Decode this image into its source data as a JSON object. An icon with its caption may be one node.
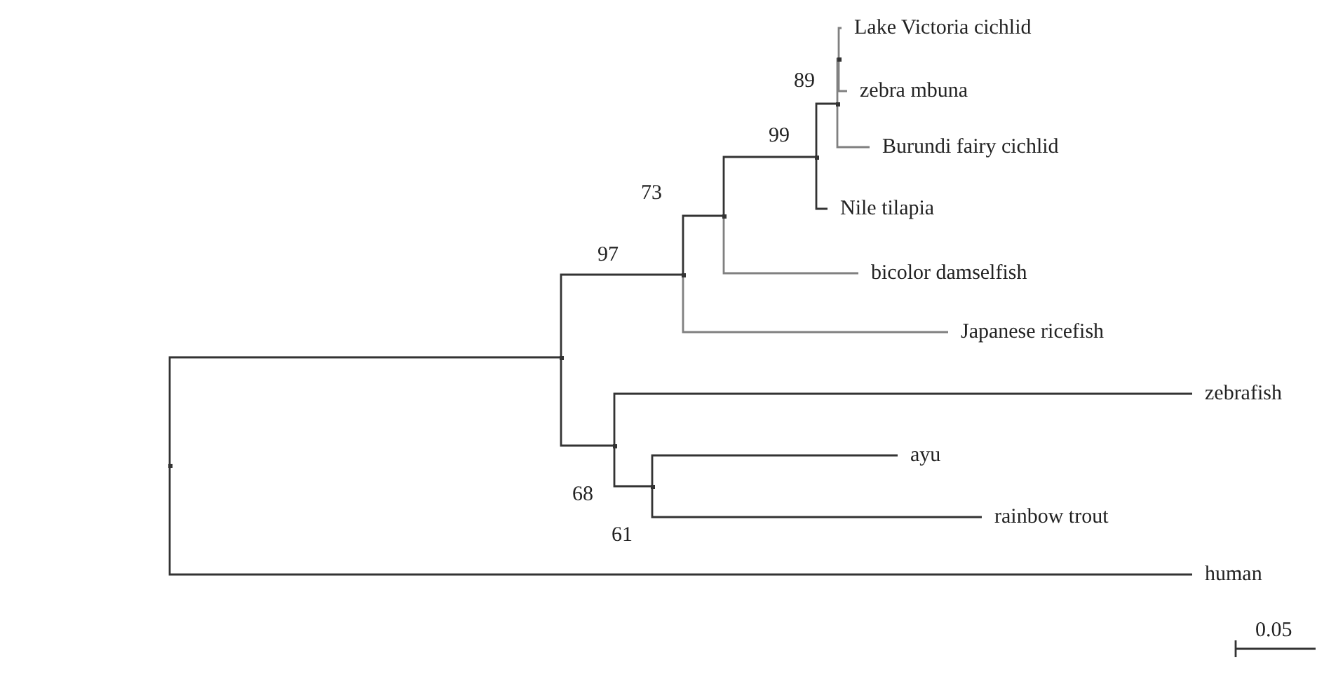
{
  "diagram": {
    "nodes": [
      {
        "text": [
          "Lake Victoria cichlid"
        ]
      },
      {
        "text": [],
        "shape": "point"
      },
      {
        "text": [
          "zebra mbuna"
        ]
      },
      {
        "text": [],
        "shape": "point",
        "beside": [
          "89"
        ]
      },
      {
        "text": [
          "Burundi fairy cichlid"
        ]
      },
      {
        "text": [],
        "shape": "point",
        "beside": [
          "99"
        ]
      },
      {
        "text": [
          "Nile tilapia"
        ]
      },
      {
        "text": [],
        "shape": "point",
        "beside": [
          "73"
        ]
      },
      {
        "text": [
          "bicolor damselfish"
        ]
      },
      {
        "text": [],
        "shape": "point",
        "beside": [
          "97"
        ]
      },
      {
        "text": [
          "Japanese ricefish"
        ]
      },
      {
        "text": [],
        "shape": "point"
      },
      {
        "text": [],
        "shape": "point"
      },
      {
        "text": [
          "zebrafish"
        ]
      },
      {
        "text": [],
        "shape": "point",
        "beside": [
          "68"
        ]
      },
      {
        "text": [
          "ayu"
        ]
      },
      {
        "text": [],
        "shape": "point",
        "beside": [
          "61"
        ]
      },
      {
        "text": [
          "rainbow trout"
        ]
      },
      {
        "text": [
          "human"
        ]
      }
    ],
    "edges": [
      {
        "from": 12,
        "to": 11,
        "arrow": "none"
      },
      {
        "from": 12,
        "to": 18,
        "arrow": "none"
      },
      {
        "from": 11,
        "to": 9,
        "arrow": "none"
      },
      {
        "from": 11,
        "to": 14,
        "arrow": "none"
      },
      {
        "from": 9,
        "to": 7,
        "arrow": "none"
      },
      {
        "from": 9,
        "to": 10,
        "arrow": "none",
        "color": "#808080"
      },
      {
        "from": 7,
        "to": 5,
        "arrow": "none"
      },
      {
        "from": 7,
        "to": 8,
        "arrow": "none",
        "color": "#808080"
      },
      {
        "from": 5,
        "to": 3,
        "arrow": "none"
      },
      {
        "from": 5,
        "to": 6,
        "arrow": "none"
      },
      {
        "from": 3,
        "to": 1,
        "arrow": "none",
        "color": "#808080"
      },
      {
        "from": 3,
        "to": 4,
        "arrow": "none",
        "color": "#808080"
      },
      {
        "from": 1,
        "to": 0,
        "arrow": "none",
        "color": "#808080"
      },
      {
        "from": 1,
        "to": 2,
        "arrow": "none",
        "color": "#808080"
      },
      {
        "from": 14,
        "to": 13,
        "arrow": "none"
      },
      {
        "from": 14,
        "to": 16,
        "arrow": "none"
      },
      {
        "from": 16,
        "to": 15,
        "arrow": "none"
      },
      {
        "from": 16,
        "to": 17,
        "arrow": "none"
      }
    ],
    "labels": [
      "0.05"
    ]
  }
}
